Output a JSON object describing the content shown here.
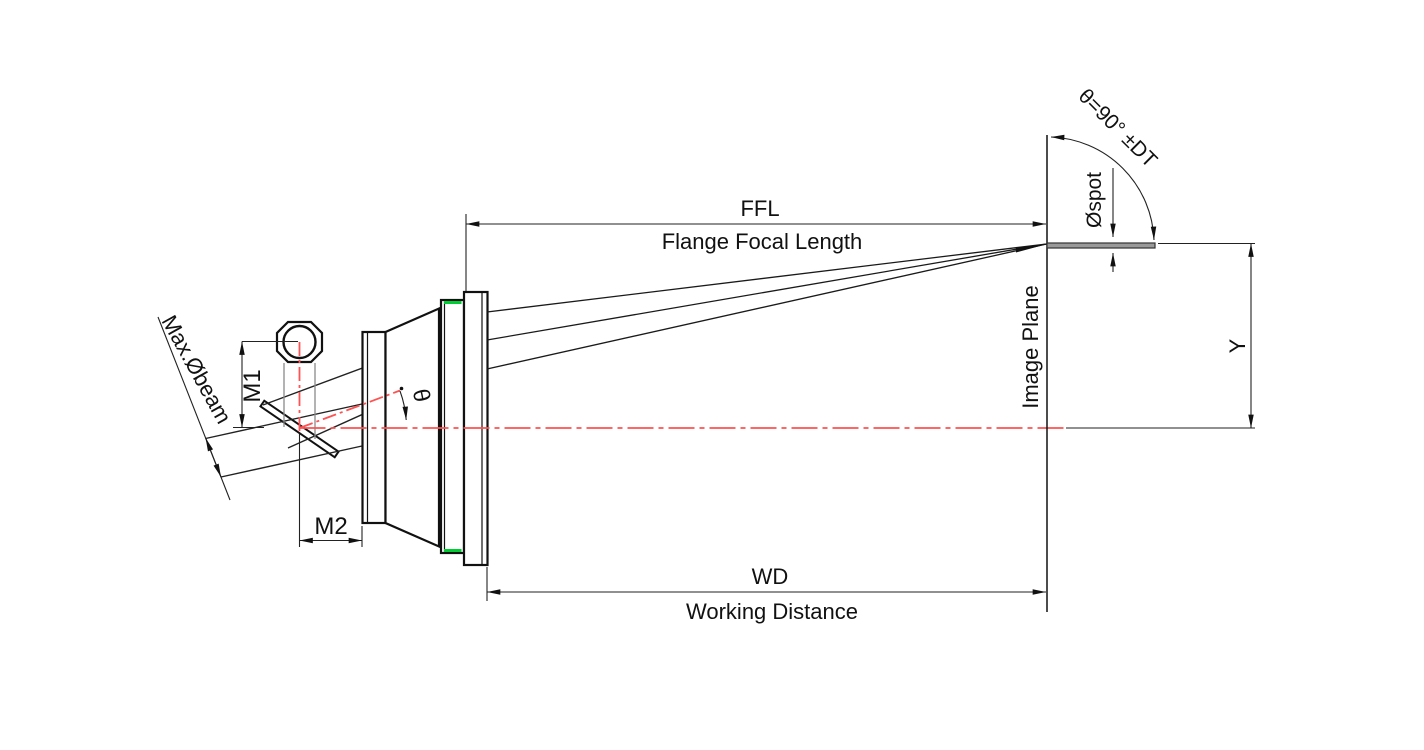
{
  "drawing": {
    "type": "optical-lens-technical-diagram",
    "colors": {
      "line": "#111111",
      "centerline_red": "#ff5252",
      "flange_highlight_green": "#00cc33",
      "focal_surface_gray": "#9a9a9a",
      "background": "#ffffff"
    },
    "labels": {
      "ffl_code": "FFL",
      "ffl_name": "Flange Focal Length",
      "wd_code": "WD",
      "wd_name": "Working Distance",
      "image_plane": "Image Plane",
      "y_height": "Y",
      "m1": "M1",
      "m2": "M2",
      "max_beam": "Max.Øbeam",
      "spot": "Øspot",
      "scan_angle": "θ=90° ±DT",
      "deflection_angle": "θ"
    }
  }
}
